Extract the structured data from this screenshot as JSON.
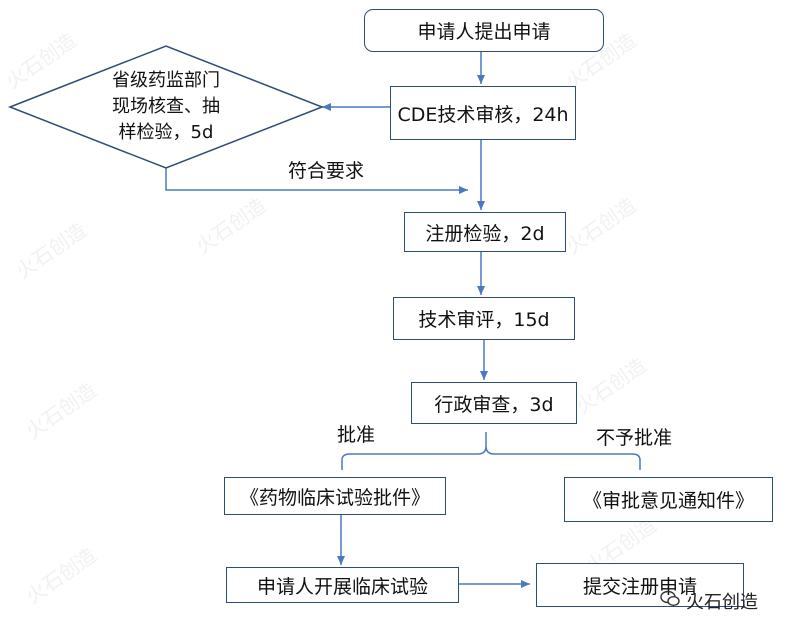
{
  "nodes": {
    "apply": "申请人提出申请",
    "cde_review": "CDE技术审核，24h",
    "provincial_lines": [
      "省级药监部门",
      "现场核查、抽",
      "样检验，5d"
    ],
    "registration_test": "注册检验，2d",
    "tech_evaluation": "技术审评，15d",
    "admin_review": "行政审查，3d",
    "approval_doc": "《药物临床试验批件》",
    "rejection_doc": "《审批意见通知件》",
    "start_trial": "申请人开展临床试验",
    "submit_registration": "提交注册申请"
  },
  "edge_labels": {
    "compliant": "符合要求",
    "approve": "批准",
    "not_approve": "不予批准"
  },
  "watermark": {
    "text": "火石创造"
  },
  "brand": {
    "icon": "wechat-icon",
    "text": "火石创造"
  },
  "colors": {
    "box_border": "#2e4d72",
    "arrow": "#4a78c2"
  }
}
